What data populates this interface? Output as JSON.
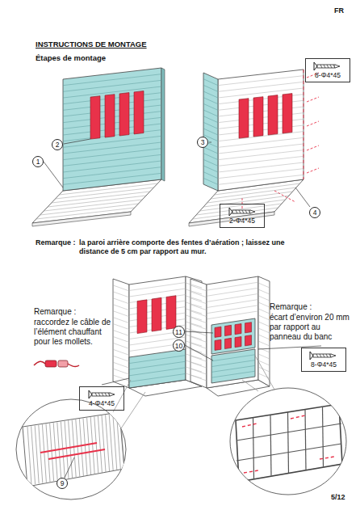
{
  "diagram": {
    "title": "INSTRUCTIONS DE MONTAGE",
    "nodes": [
      {
        "text": [
          "8-Φ4*45"
        ]
      },
      {
        "text": [
          "2"
        ]
      },
      {
        "text": [
          "1"
        ]
      },
      {
        "text": [
          "3"
        ]
      },
      {
        "text": [
          "2-Φ4*45"
        ]
      },
      {
        "text": [
          "4"
        ]
      },
      {
        "text": [
          "11"
        ]
      },
      {
        "text": [
          "10"
        ]
      },
      {
        "text": [
          "8-Φ4*45"
        ]
      },
      {
        "text": [
          "4-Φ4*45"
        ]
      },
      {
        "text": [
          "9"
        ]
      }
    ],
    "labels": [
      "FR",
      "Étapes de montage",
      "Remarque :",
      "la paroi arrière comporte des fentes d’aération ; laissez une distance de 5 cm par rapport au mur.",
      "Remarque :",
      "raccordez le câble de l’élément chauffant pour les mollets.",
      "Remarque :",
      "écart d’environ 20 mm par rapport au panneau du banc",
      "5/12"
    ]
  }
}
